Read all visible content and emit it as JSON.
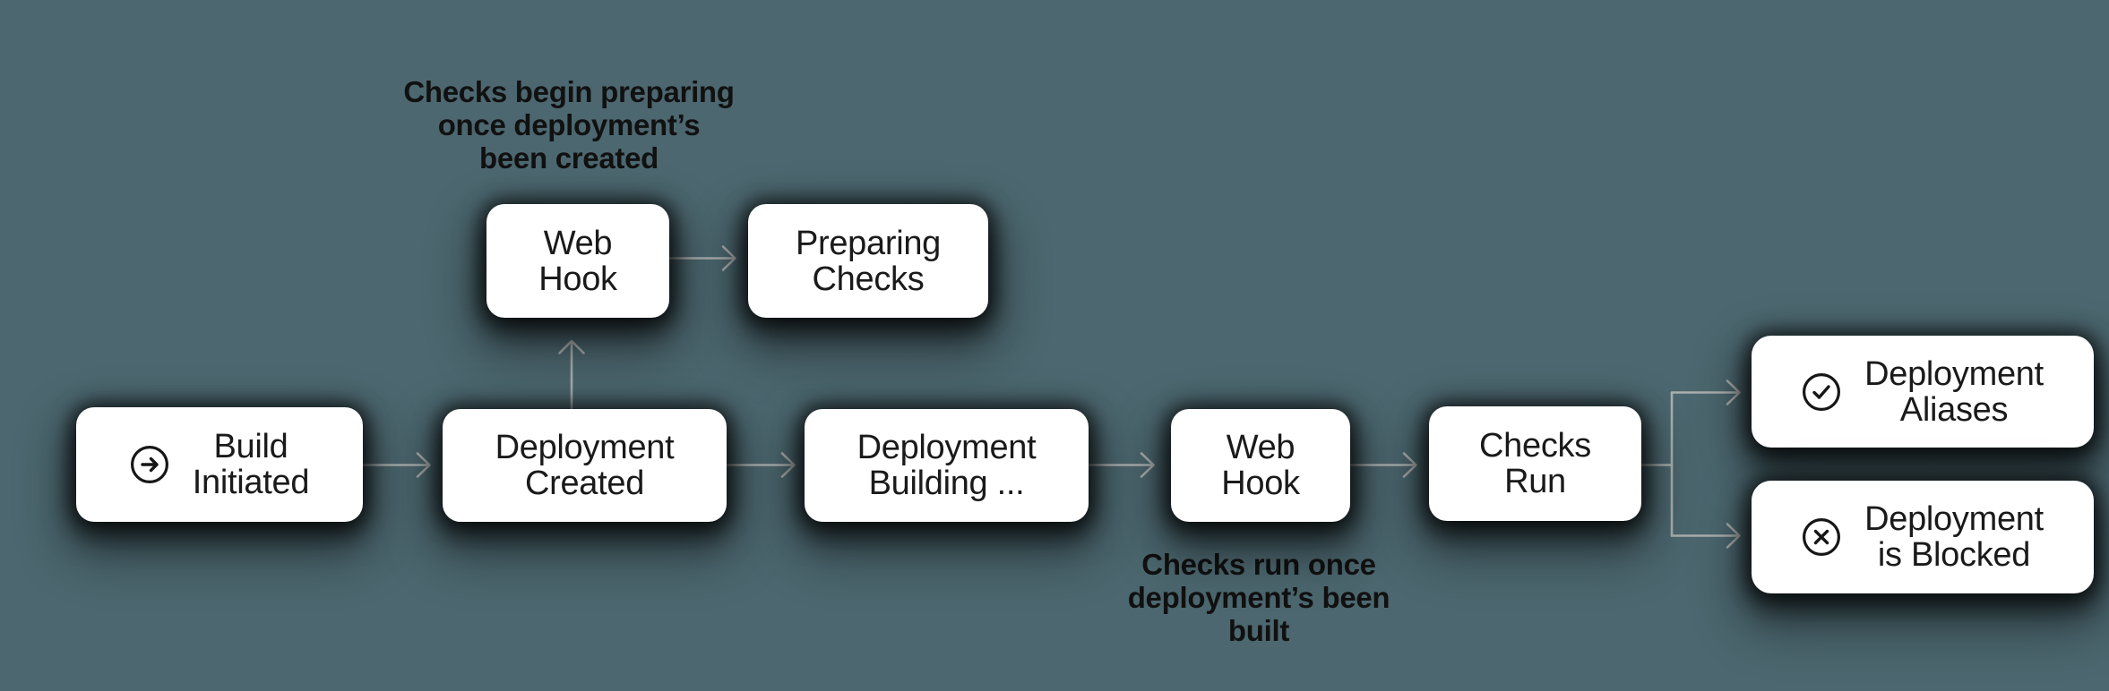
{
  "colors": {
    "background": "#4C676F",
    "node_fill": "#FFFFFF",
    "node_text": "#1A1A1A",
    "annotation_text": "#111111",
    "connector": "#ABAFAF",
    "icon_stroke": "#161616"
  },
  "nodes": {
    "build_initiated": {
      "line1": "Build",
      "line2": "Initiated",
      "icon": "arrow-right-circle-icon"
    },
    "web_hook_1": {
      "line1": "Web",
      "line2": "Hook"
    },
    "preparing_checks": {
      "line1": "Preparing",
      "line2": "Checks"
    },
    "deployment_created": {
      "line1": "Deployment",
      "line2": "Created"
    },
    "deployment_building": {
      "line1": "Deployment",
      "line2": "Building ..."
    },
    "web_hook_2": {
      "line1": "Web",
      "line2": "Hook"
    },
    "checks_run": {
      "line1": "Checks",
      "line2": "Run"
    },
    "deployment_aliases": {
      "line1": "Deployment",
      "line2": "Aliases",
      "icon": "check-circle-icon"
    },
    "deployment_blocked": {
      "line1": "Deployment",
      "line2": "is Blocked",
      "icon": "x-circle-icon"
    }
  },
  "annotations": {
    "top": {
      "line1": "Checks begin preparing",
      "line2": "once deployment’s",
      "line3": "been created"
    },
    "bottom": {
      "line1": "Checks run once",
      "line2": "deployment’s been",
      "line3": "built"
    }
  }
}
